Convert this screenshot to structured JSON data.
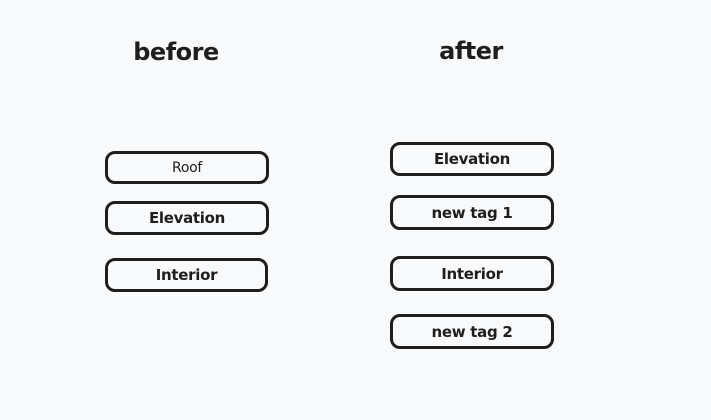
{
  "columns": {
    "before": {
      "heading": "before",
      "tags": [
        "Roof",
        "Elevation",
        "Interior"
      ]
    },
    "after": {
      "heading": "after",
      "tags": [
        "Elevation",
        "new tag 1",
        "Interior",
        "new tag 2"
      ]
    }
  },
  "colors": {
    "background": "#f8f9fb",
    "stroke": "#1e1e1e"
  }
}
